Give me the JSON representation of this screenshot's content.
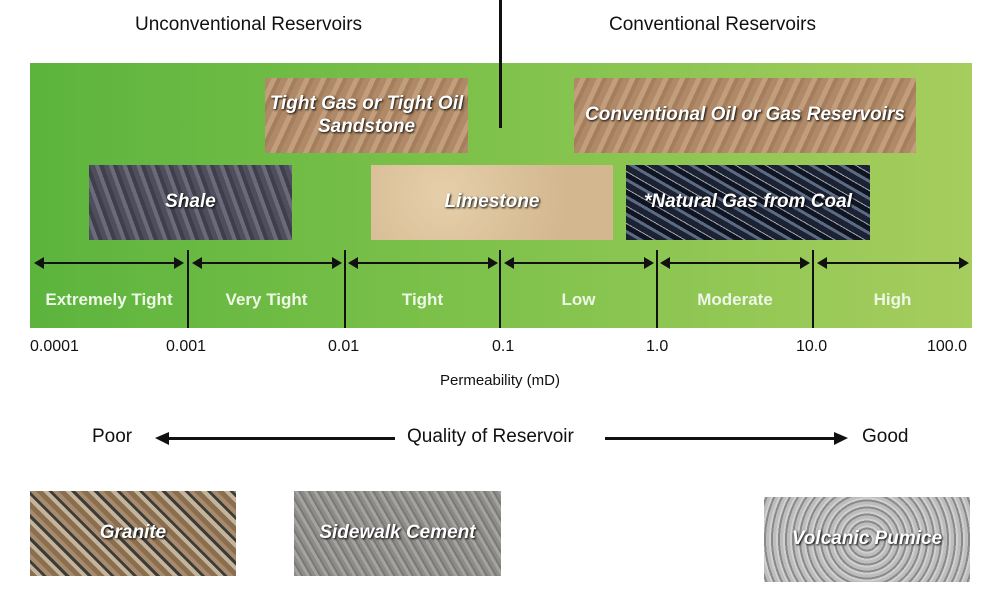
{
  "headers": {
    "left": "Unconventional Reservoirs",
    "right": "Conventional Reservoirs"
  },
  "rocks": {
    "tight": "Tight Gas or Tight Oil Sandstone",
    "conventional": "Conventional Oil or Gas Reservoirs",
    "shale": "Shale",
    "limestone": "Limestone",
    "coal": "*Natural Gas from Coal"
  },
  "classes": [
    "Extremely Tight",
    "Very Tight",
    "Tight",
    "Low",
    "Moderate",
    "High"
  ],
  "ticks": [
    "0.0001",
    "0.001",
    "0.01",
    "0.1",
    "1.0",
    "10.0",
    "100.0"
  ],
  "axis_label": "Permeability (mD)",
  "quality": {
    "poor": "Poor",
    "label": "Quality of Reservoir",
    "good": "Good"
  },
  "examples": {
    "granite": "Granite",
    "cement": "Sidewalk Cement",
    "pumice": "Volcanic Pumice"
  }
}
